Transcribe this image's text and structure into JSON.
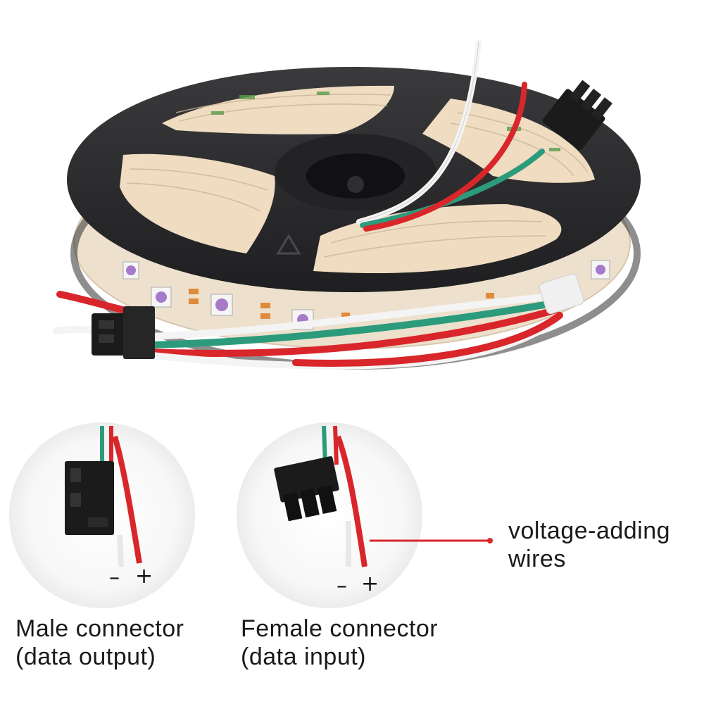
{
  "product": {
    "colors": {
      "reel": "#2a2a2c",
      "reel_edge": "#3a3a3c",
      "strip": "#f2e2cf",
      "wire_red": "#d9262b",
      "wire_green": "#2c9b7c",
      "wire_white": "#f4f4f4",
      "connector": "#1b1b1b",
      "marker_line": "#d9262b"
    }
  },
  "callouts": {
    "male": {
      "title": "Male connector",
      "subtitle": "(data output)",
      "minus": "–",
      "plus": "+"
    },
    "female": {
      "title": "Female connector",
      "subtitle": "(data input)",
      "minus": "–",
      "plus": "+"
    },
    "voltage": {
      "line1": "voltage-adding",
      "line2": "wires"
    }
  }
}
